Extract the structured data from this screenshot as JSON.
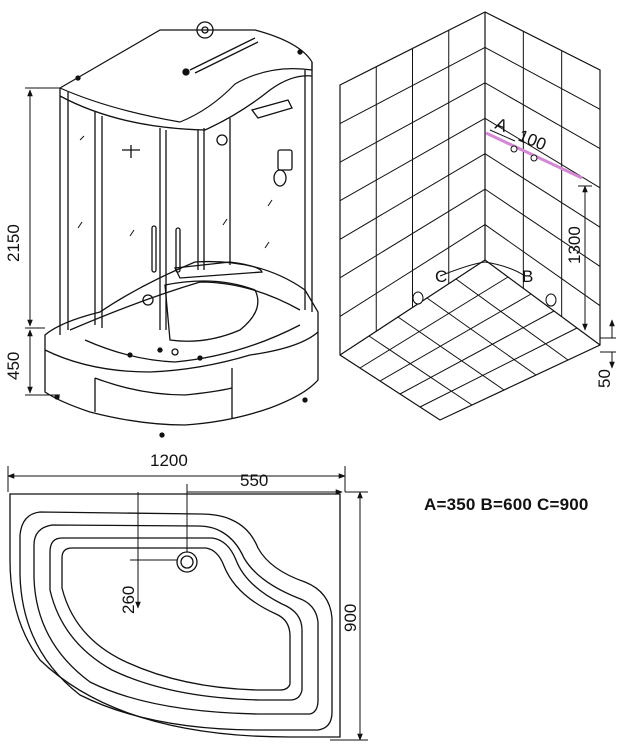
{
  "cabin": {
    "height_label": "2150",
    "base_height_label": "450"
  },
  "wall": {
    "label_a": "A",
    "label_b": "B",
    "label_c": "C",
    "spacing_label": "100",
    "height_label": "1300",
    "floor_label": "50",
    "highlight_color": "#d488d4"
  },
  "tray": {
    "width_label": "1200",
    "drain_offset_label": "550",
    "drain_depth_label": "260",
    "depth_label": "900"
  },
  "formula": "A=350 B=600 C=900"
}
